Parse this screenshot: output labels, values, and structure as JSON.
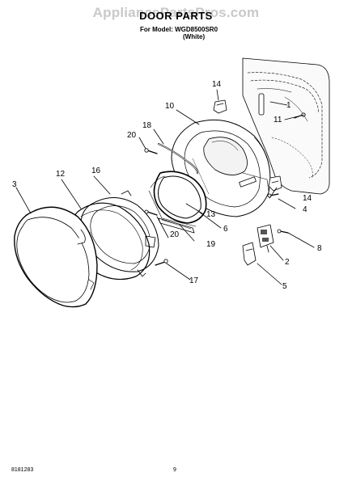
{
  "watermark": "AppliancePartsPros.com",
  "header": {
    "title": "DOOR PARTS",
    "model_line": "For Model: WGD8500SR0",
    "color_line": "(White)"
  },
  "callouts": {
    "c1": "1",
    "c2": "2",
    "c3": "3",
    "c4": "4",
    "c5": "5",
    "c6": "6",
    "c8": "8",
    "c10": "10",
    "c11": "11",
    "c12": "12",
    "c13": "13",
    "c14a": "14",
    "c14b": "14",
    "c16": "16",
    "c17": "17",
    "c18": "18",
    "c19": "19",
    "c20a": "20",
    "c20b": "20"
  },
  "footer": {
    "doc_number": "8181283",
    "page_number": "9"
  }
}
